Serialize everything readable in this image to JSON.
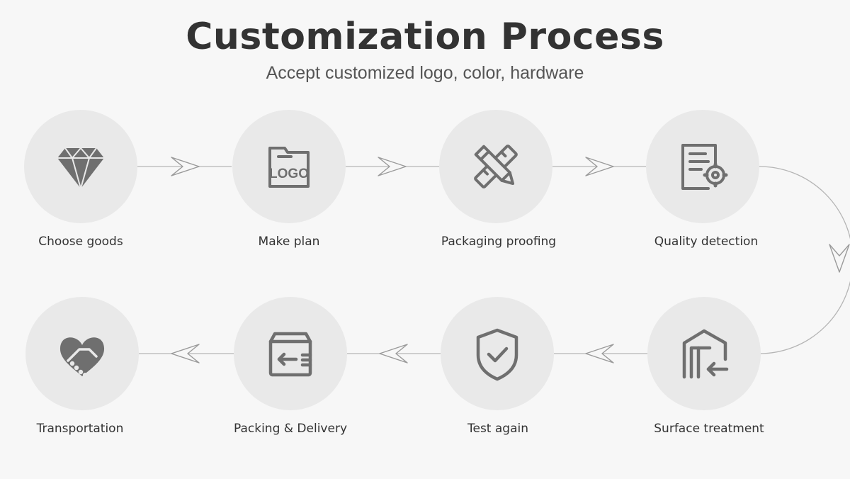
{
  "header": {
    "title": "Customization Process",
    "subtitle": "Accept customized logo, color, hardware"
  },
  "steps": [
    {
      "label": "Choose goods",
      "icon": "diamond-icon"
    },
    {
      "label": "Make plan",
      "icon": "logo-folder-icon",
      "icon_text": "LOGO"
    },
    {
      "label": "Packaging proofing",
      "icon": "pencil-ruler-icon"
    },
    {
      "label": "Quality detection",
      "icon": "document-gear-icon"
    },
    {
      "label": "Surface treatment",
      "icon": "warehouse-inbound-icon"
    },
    {
      "label": "Test again",
      "icon": "shield-check-icon"
    },
    {
      "label": "Packing & Delivery",
      "icon": "delivery-box-icon"
    },
    {
      "label": "Transportation",
      "icon": "handshake-icon"
    }
  ],
  "colors": {
    "background": "#f7f7f7",
    "circle": "#e9e9e9",
    "icon": "#6f6f6f",
    "connector": "#b5b5b5"
  }
}
